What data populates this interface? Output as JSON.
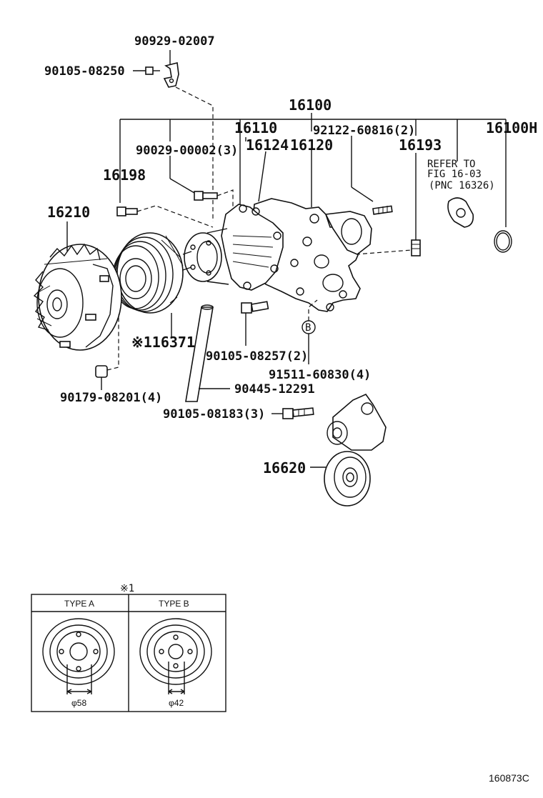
{
  "labels": {
    "p90929_02007": "90929-02007",
    "p90105_08250": "90105-08250",
    "p16100": "16100",
    "p16110": "16110",
    "p16124": "16124",
    "p16120": "16120",
    "p92122_60816": "92122-60816(2)",
    "p16100H": "16100H",
    "p90029_00002": "90029-00002(3)",
    "p16193": "16193",
    "refer_line1": "REFER TO",
    "refer_line2": "FIG 16-03",
    "refer_line3": "(PNC 16326)",
    "p16198": "16198",
    "p16210": "16210",
    "p16371": "※116371",
    "p90105_08257": "90105-08257(2)",
    "circle_b": "B",
    "p91511_60830": "91511-60830(4)",
    "p90179_08201": "90179-08201(4)",
    "p90445_12291": "90445-12291",
    "p90105_08183": "90105-08183(3)",
    "p16620": "16620"
  },
  "inset": {
    "mark": "※1",
    "type_a": "TYPE A",
    "type_b": "TYPE B",
    "dim_a": "φ58",
    "dim_b": "φ42"
  },
  "figure_code": "160873C"
}
